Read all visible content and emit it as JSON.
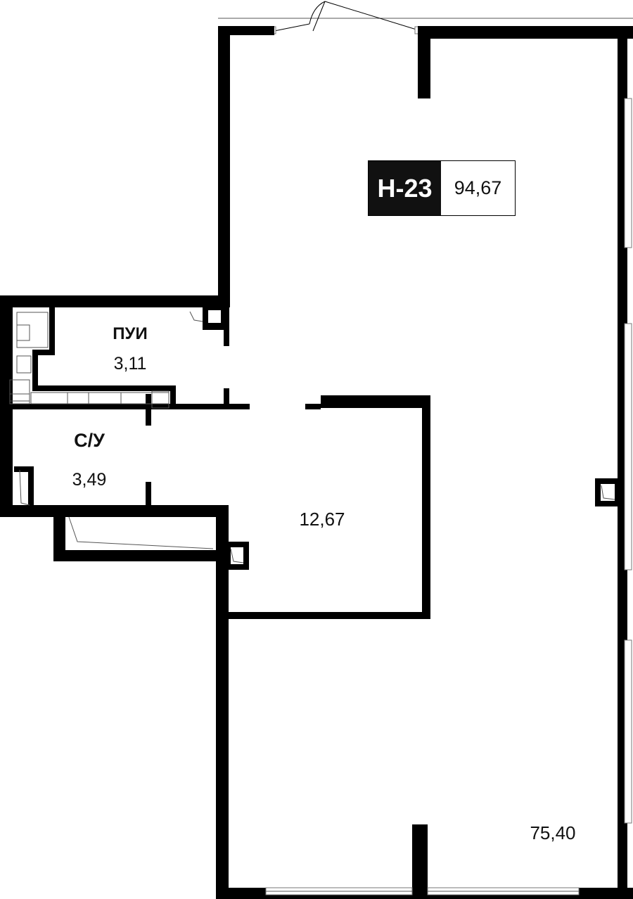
{
  "unit": {
    "code": "Н-23",
    "total_area": "94,67"
  },
  "rooms": [
    {
      "id": "pui",
      "name": "ПУИ",
      "area": "3,11"
    },
    {
      "id": "su",
      "name": "С/У",
      "area": "3,49"
    },
    {
      "id": "room-small",
      "name": "",
      "area": "12,67"
    },
    {
      "id": "room-main",
      "name": "",
      "area": "75,40"
    }
  ],
  "colors": {
    "wall": "#000000",
    "badge_dark": "#111111",
    "background": "#ffffff"
  }
}
